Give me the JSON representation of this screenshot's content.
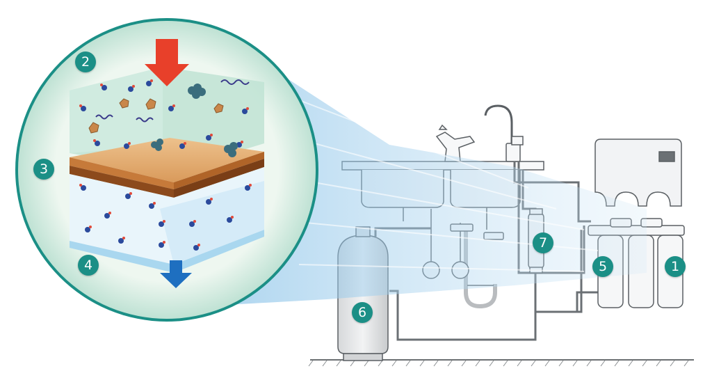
{
  "callouts": [
    {
      "id": "1",
      "label": "1"
    },
    {
      "id": "2",
      "label": "2"
    },
    {
      "id": "3",
      "label": "3"
    },
    {
      "id": "4",
      "label": "4"
    },
    {
      "id": "5",
      "label": "5"
    },
    {
      "id": "6",
      "label": "6"
    },
    {
      "id": "7",
      "label": "7"
    }
  ],
  "colors": {
    "badge": "#1b8f86",
    "flow_in_arrow": "#e8402a",
    "flow_out_arrow": "#1e6fc0",
    "membrane_top": "#e3a868",
    "membrane_bottom": "#b86a2a",
    "magnify_beam": "#8fc6ea",
    "line_art": "#5a5f63"
  },
  "icons": [
    "down-arrow-icon-red",
    "down-arrow-icon-blue",
    "water-molecule-icon",
    "contaminant-icon",
    "bacteria-cluster-icon"
  ]
}
